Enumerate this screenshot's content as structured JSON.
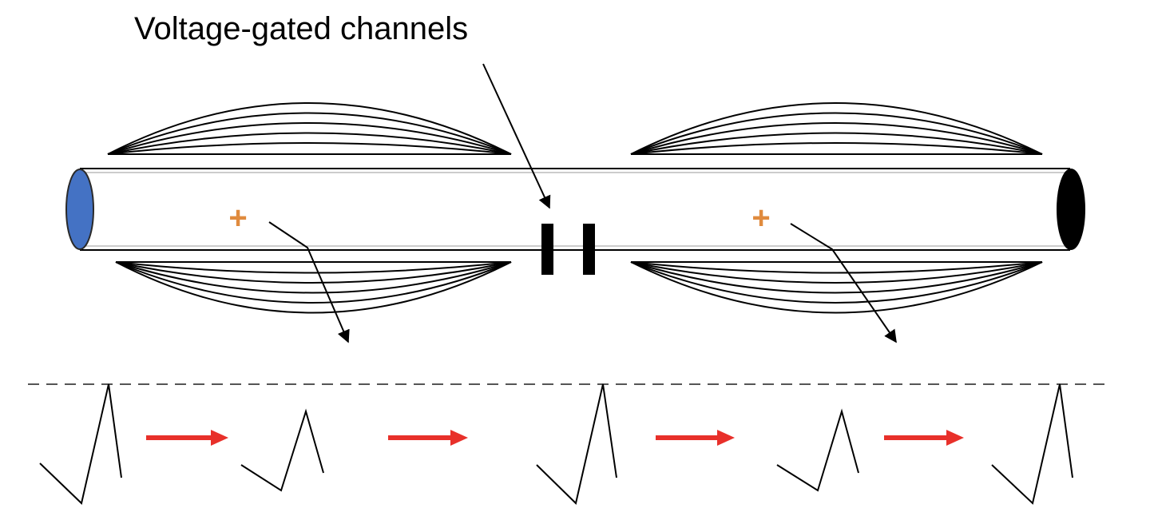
{
  "diagram": {
    "title": "Voltage-gated channels",
    "charge_symbol": "+",
    "colors": {
      "axon_left_end": "#4472C4",
      "axon_right_end": "#000000",
      "charge": "#E08B3E",
      "propagation_arrow": "#E8302A",
      "stroke": "#000000",
      "threshold_line": "#555555"
    },
    "action_potentials": [
      {
        "amplitude": "large"
      },
      {
        "amplitude": "small"
      },
      {
        "amplitude": "large"
      },
      {
        "amplitude": "small"
      },
      {
        "amplitude": "large"
      }
    ],
    "propagation_arrow_count": 4
  }
}
